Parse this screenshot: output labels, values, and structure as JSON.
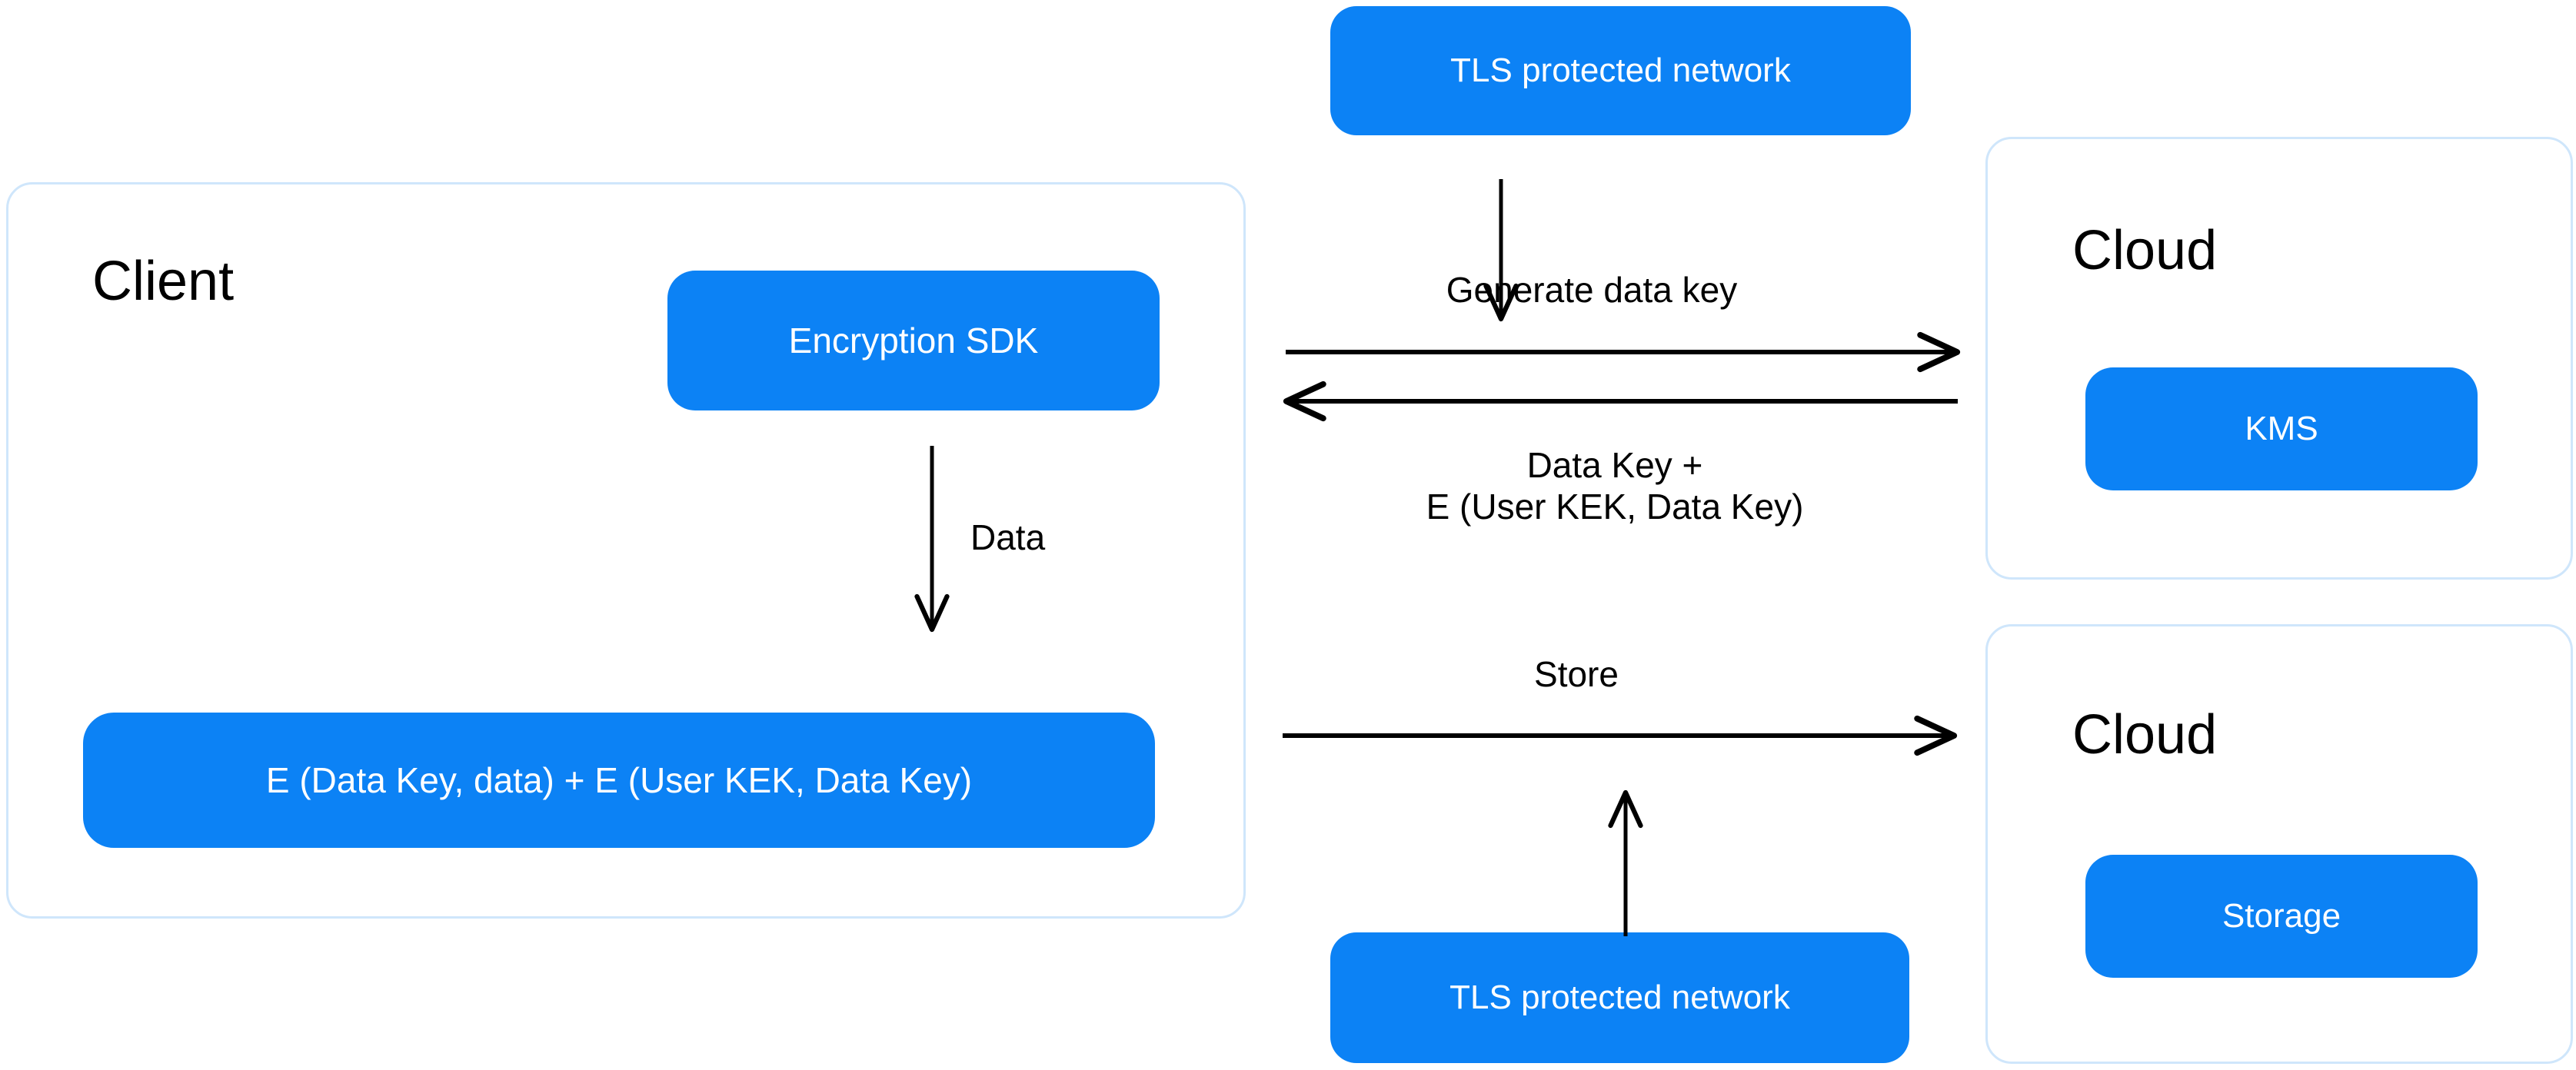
{
  "diagram": {
    "title": "Client-side envelope encryption data flow",
    "colors": {
      "pill_blue": "#0c82f5",
      "panel_border": "#cfe6fb",
      "text_dark": "#000000",
      "text_on_pill": "#ffffff",
      "edge_stroke": "#000000",
      "background": "#ffffff"
    }
  },
  "client": {
    "title": "Client",
    "encryption_sdk_label": "Encryption SDK",
    "ciphertext_label": "E (Data Key, data) + E (User KEK, Data Key)",
    "data_edge_label": "Data"
  },
  "network": {
    "tls_top_label": "TLS protected network",
    "tls_bottom_label": "TLS protected network",
    "generate_key_label": "Generate data key",
    "datakey_reply_line1": "Data Key +",
    "datakey_reply_line2": "E (User KEK, Data Key)",
    "store_label": "Store"
  },
  "cloud_kms": {
    "title": "Cloud",
    "service_label": "KMS"
  },
  "cloud_storage": {
    "title": "Cloud",
    "service_label": "Storage"
  }
}
